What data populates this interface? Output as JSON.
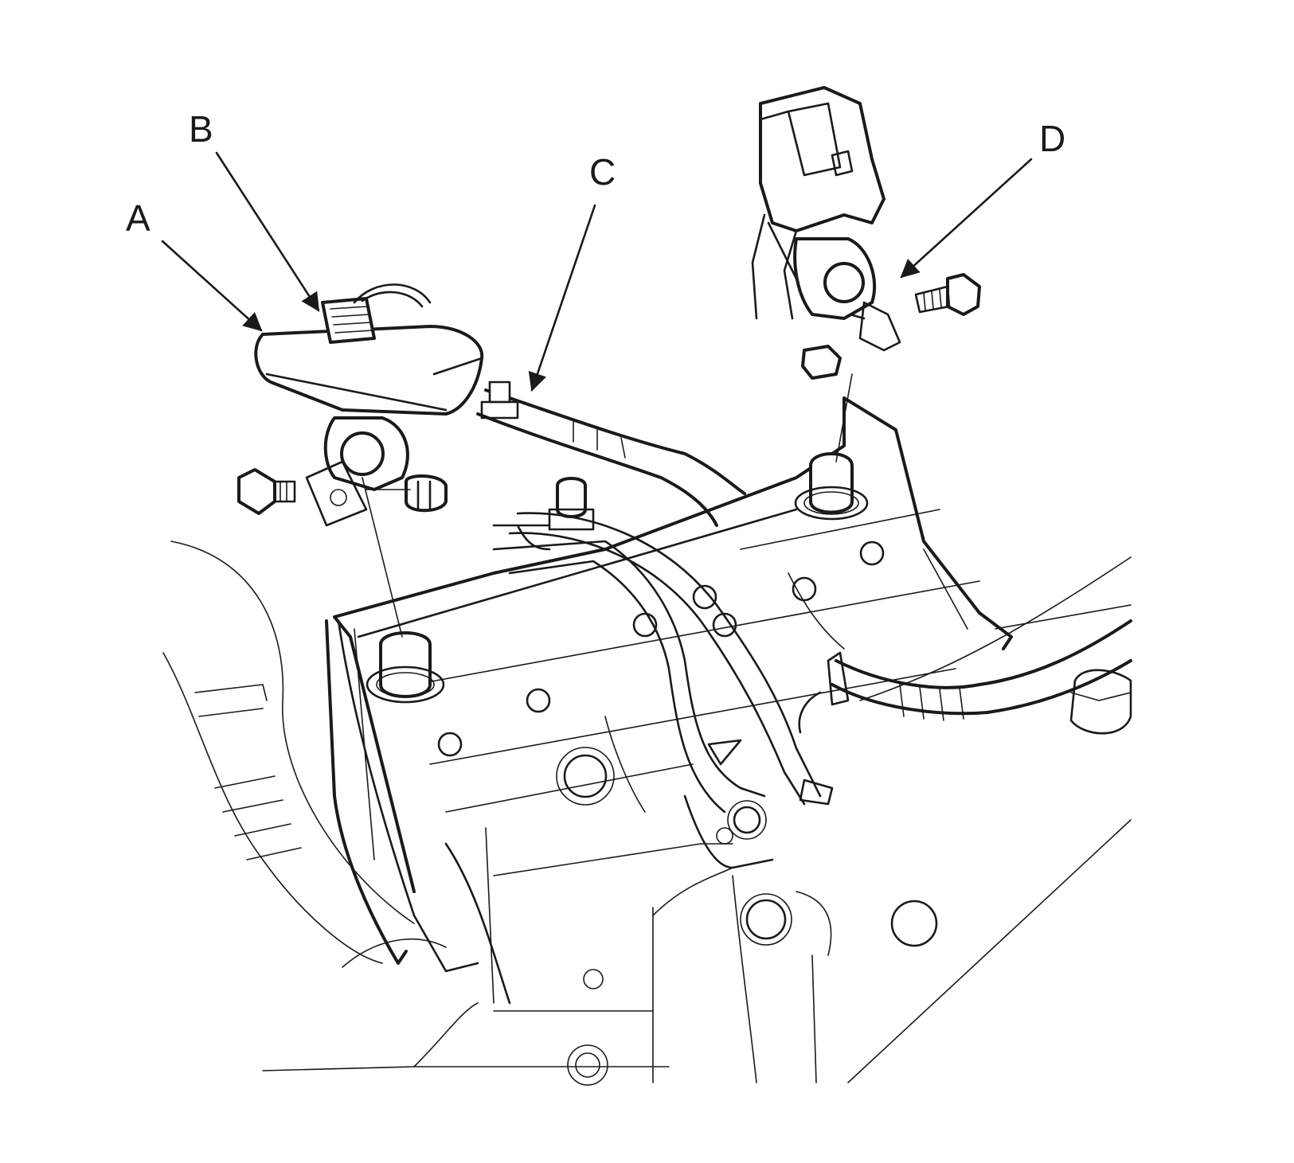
{
  "diagram": {
    "callouts": [
      {
        "id": "A",
        "label": "A"
      },
      {
        "id": "B",
        "label": "B"
      },
      {
        "id": "C",
        "label": "C"
      },
      {
        "id": "D",
        "label": "D"
      }
    ]
  },
  "colors": {
    "line": "#1a1a1a",
    "background": "#ffffff"
  }
}
